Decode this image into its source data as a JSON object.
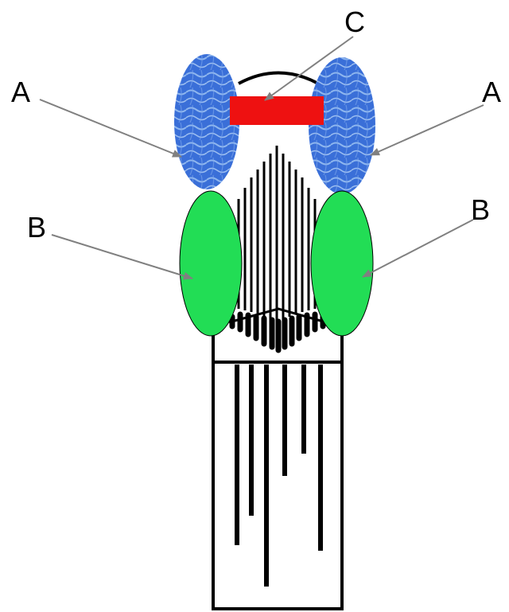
{
  "labels": {
    "a_left": "A",
    "a_right": "A",
    "b_left": "B",
    "b_right": "B",
    "c": "C"
  },
  "colors": {
    "label_a": "#3a6fd8",
    "label_a_light": "#9cc2f2",
    "label_b": "#22dd55",
    "label_c": "#ee1111",
    "outline": "#000000",
    "arrow": "#808080"
  }
}
